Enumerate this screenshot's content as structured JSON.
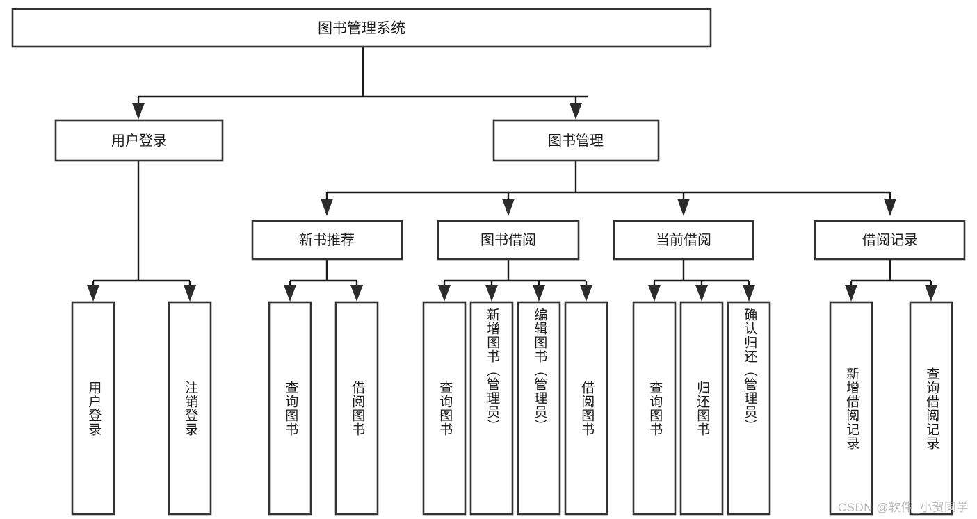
{
  "diagram": {
    "type": "tree",
    "orientation": "top-down",
    "title": "图书管理系统",
    "watermark": "CSDN @软件_小贺同学",
    "root": {
      "id": "root",
      "label": "图书管理系统"
    },
    "level2": [
      {
        "id": "user-login",
        "label": "用户登录"
      },
      {
        "id": "book-manage",
        "label": "图书管理"
      }
    ],
    "level3": [
      {
        "id": "new-book-recommend",
        "label": "新书推荐",
        "parent": "book-manage"
      },
      {
        "id": "book-borrow",
        "label": "图书借阅",
        "parent": "book-manage"
      },
      {
        "id": "current-borrow",
        "label": "当前借阅",
        "parent": "book-manage"
      },
      {
        "id": "borrow-record",
        "label": "借阅记录",
        "parent": "book-manage"
      }
    ],
    "leaves": [
      {
        "id": "leaf-user-login",
        "label": "用户登录",
        "parent": "user-login"
      },
      {
        "id": "leaf-logout",
        "label": "注销登录",
        "parent": "user-login"
      },
      {
        "id": "leaf-query-book-1",
        "label": "查询图书",
        "parent": "new-book-recommend"
      },
      {
        "id": "leaf-borrow-book-1",
        "label": "借阅图书",
        "parent": "new-book-recommend"
      },
      {
        "id": "leaf-query-book-2",
        "label": "查询图书",
        "parent": "book-borrow"
      },
      {
        "id": "leaf-add-book",
        "label": "新增图书（管理员）",
        "parent": "book-borrow"
      },
      {
        "id": "leaf-edit-book",
        "label": "编辑图书（管理员）",
        "parent": "book-borrow"
      },
      {
        "id": "leaf-borrow-book-2",
        "label": "借阅图书",
        "parent": "book-borrow"
      },
      {
        "id": "leaf-query-book-3",
        "label": "查询图书",
        "parent": "current-borrow"
      },
      {
        "id": "leaf-return-book",
        "label": "归还图书",
        "parent": "current-borrow"
      },
      {
        "id": "leaf-confirm-return",
        "label": "确认归还（管理员）",
        "parent": "current-borrow"
      },
      {
        "id": "leaf-add-record",
        "label": "新增借阅记录",
        "parent": "borrow-record"
      },
      {
        "id": "leaf-query-record",
        "label": "查询借阅记录",
        "parent": "borrow-record"
      }
    ],
    "colors": {
      "box_fill": "#ffffff",
      "box_stroke": "#333333",
      "connector": "#1a1a1a",
      "text": "#1a1a1a",
      "watermark": "#b9b9b9",
      "background": "#ffffff"
    }
  }
}
